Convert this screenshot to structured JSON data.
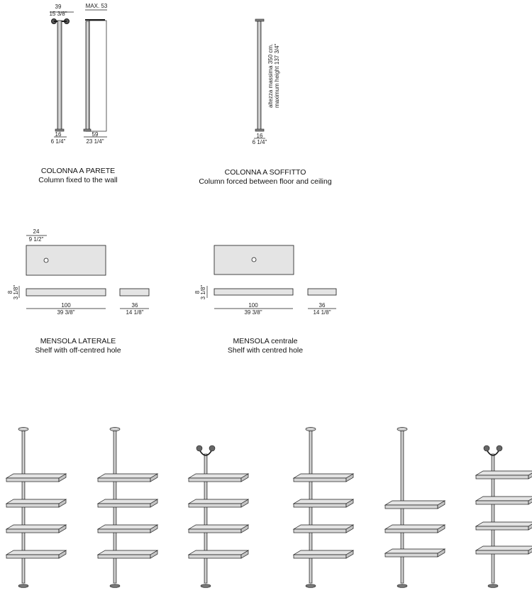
{
  "colonna_parete": {
    "title": "COLONNA A PARETE",
    "subtitle": "Column fixed to the wall",
    "dims": {
      "top_cm": "39",
      "top_in": "15 3/8\"",
      "max": "MAX. 53",
      "base_cm": "16",
      "base_in": "6 1/4\"",
      "depth_cm": "59",
      "depth_in": "23 1/4\""
    }
  },
  "colonna_soffitto": {
    "title": "COLONNA A SOFFITTO",
    "subtitle": "Column forced between floor and ceiling",
    "dims": {
      "height_it": "altezza massima 350 cm.",
      "height_en": "maximum height 137 3/4\"",
      "base_cm": "16",
      "base_in": "6 1/4\""
    }
  },
  "mensola_laterale": {
    "title": "MENSOLA LATERALE",
    "subtitle": "Shelf with off-centred hole",
    "dims": {
      "offset_cm": "24",
      "offset_in": "9 1/2\"",
      "thick_cm": "8",
      "thick_in": "3 1/8\"",
      "width_cm": "100",
      "width_in": "39 3/8\"",
      "depth_cm": "36",
      "depth_in": "14 1/8\""
    }
  },
  "mensola_centrale": {
    "title": "MENSOLA centrale",
    "subtitle": "Shelf with centred hole",
    "dims": {
      "thick_cm": "8",
      "thick_in": "3 1/8\"",
      "width_cm": "100",
      "width_in": "39 3/8\"",
      "depth_cm": "36",
      "depth_in": "14 1/8\""
    }
  },
  "configurations": [
    {
      "top": "disc",
      "shelves": 4
    },
    {
      "top": "disc",
      "shelves": 4
    },
    {
      "top": "hook",
      "shelves": 4
    },
    {
      "top": "disc",
      "shelves": 4
    },
    {
      "top": "disc",
      "shelves": 3
    },
    {
      "top": "hook",
      "shelves": 4
    }
  ],
  "colors": {
    "line": "#1a1a1a",
    "shelf_fill": "#e4e4e4",
    "pole_fill": "#cfcfcf"
  }
}
